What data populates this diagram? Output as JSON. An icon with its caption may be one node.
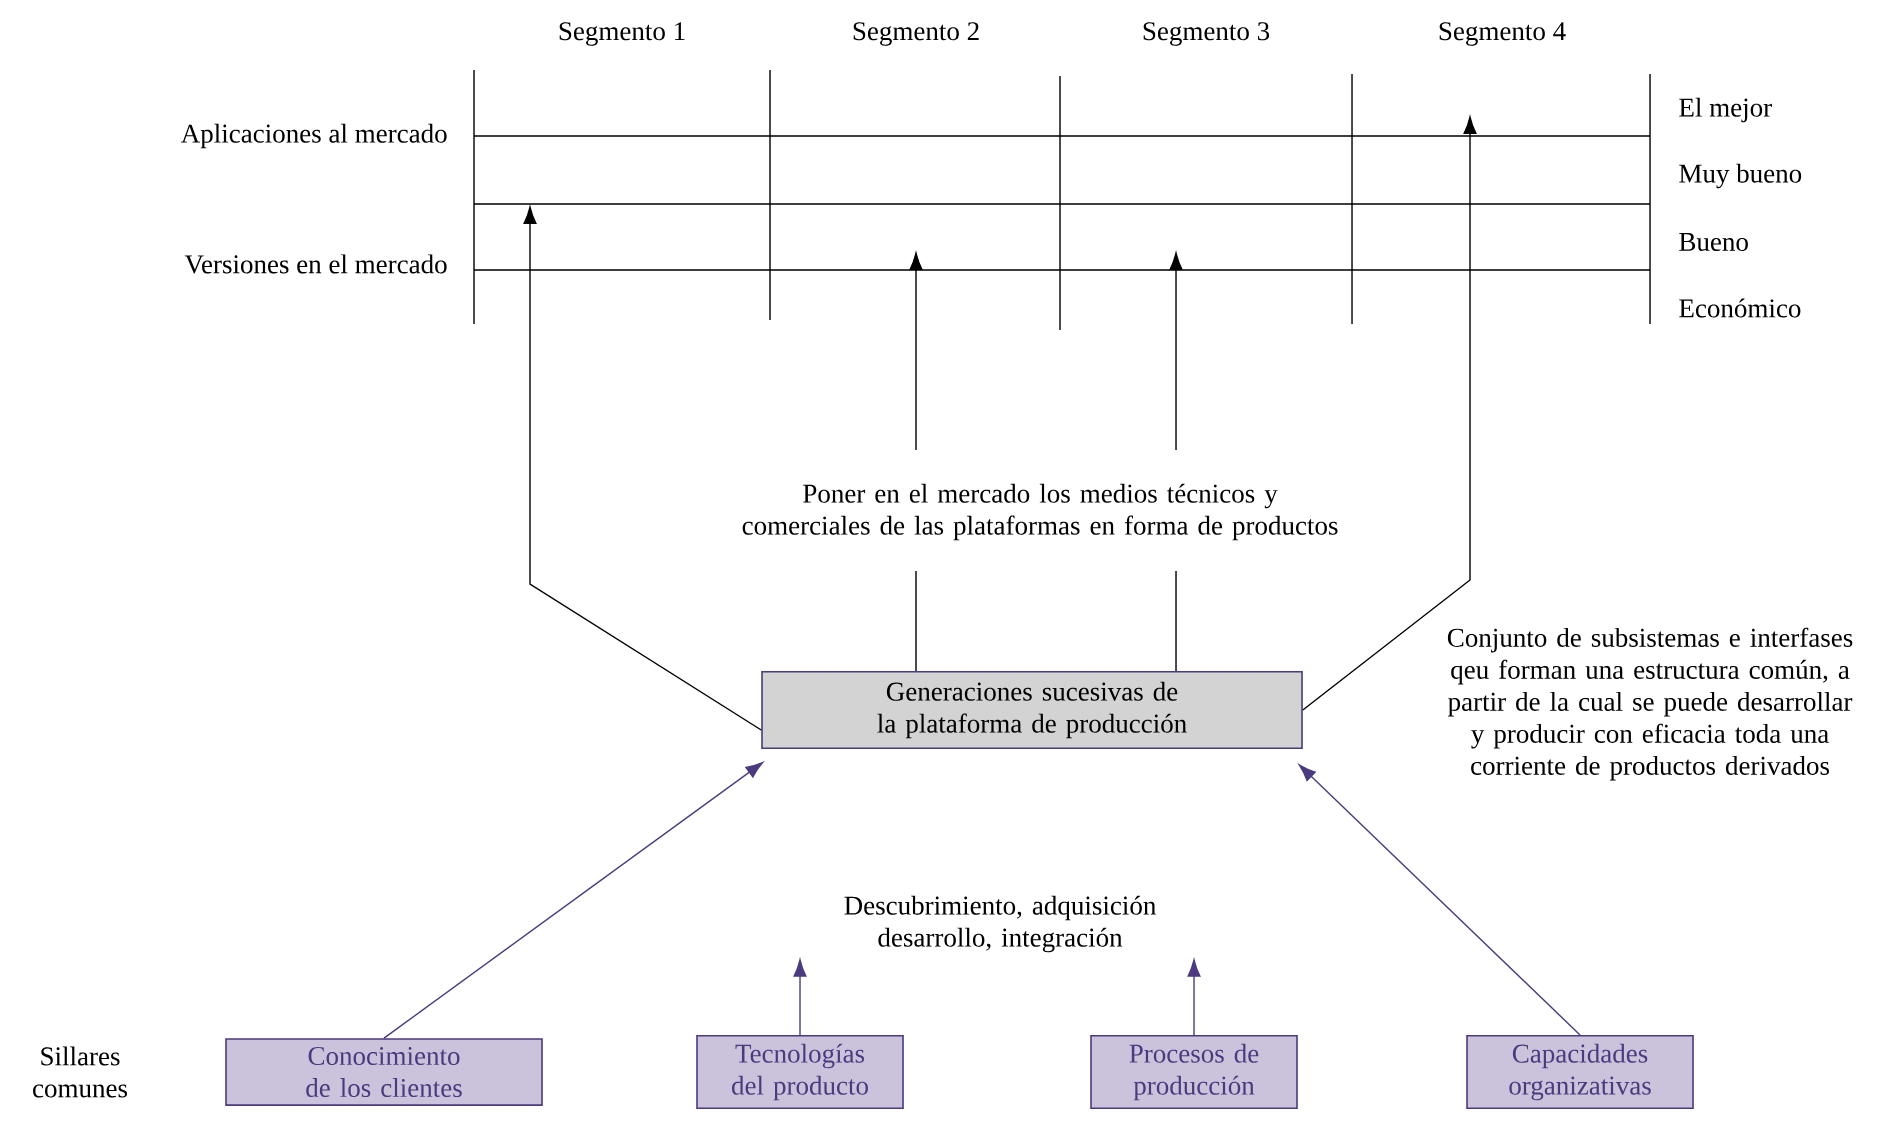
{
  "diagram": {
    "nodes": [
      {
        "text": [
          "Generaciones sucesivas de la plataforma de producción"
        ]
      },
      {
        "text": [
          "Conocimiento de los clientes"
        ]
      },
      {
        "text": [
          "Tecnologías del producto"
        ]
      },
      {
        "text": [
          "Procesos de producción"
        ]
      },
      {
        "text": [
          "Capacidades organizativas"
        ]
      },
      {
        "text": [
          "Descubrimiento, adquisición desarrollo, integración"
        ]
      }
    ],
    "edges": [
      {
        "from": 0,
        "to": null,
        "arrow": "to",
        "color": "#000000"
      },
      {
        "from": 0,
        "to": null,
        "arrow": "to",
        "color": "#000000"
      },
      {
        "from": 0,
        "to": null,
        "arrow": "to",
        "color": "#000000"
      },
      {
        "from": 0,
        "to": null,
        "arrow": "to",
        "color": "#000000"
      },
      {
        "from": 1,
        "to": 0,
        "arrow": "to",
        "color": "#4b3a7e"
      },
      {
        "from": 2,
        "to": 5,
        "arrow": "to",
        "color": "#4b3a7e"
      },
      {
        "from": 3,
        "to": 5,
        "arrow": "to",
        "color": "#4b3a7e"
      },
      {
        "from": 4,
        "to": 0,
        "arrow": "to",
        "color": "#4b3a7e"
      }
    ],
    "labels": [
      "Segmento 1",
      "Segmento 2",
      "Segmento 3",
      "Segmento 4",
      "Aplicaciones al mercado",
      "El mejor",
      "Muy bueno",
      "Versiones en el mercado",
      "Bueno",
      "Económico",
      "Poner en el mercado los medios técnicos y comerciales de las plataformas en forma de productos",
      "Conjunto de subsistemas e interfases qeu forman una estructura común, a partir de la cual se puede desarrollar y producir con eficacia toda una corriente de productos derivados",
      "Sillares comunes"
    ]
  }
}
